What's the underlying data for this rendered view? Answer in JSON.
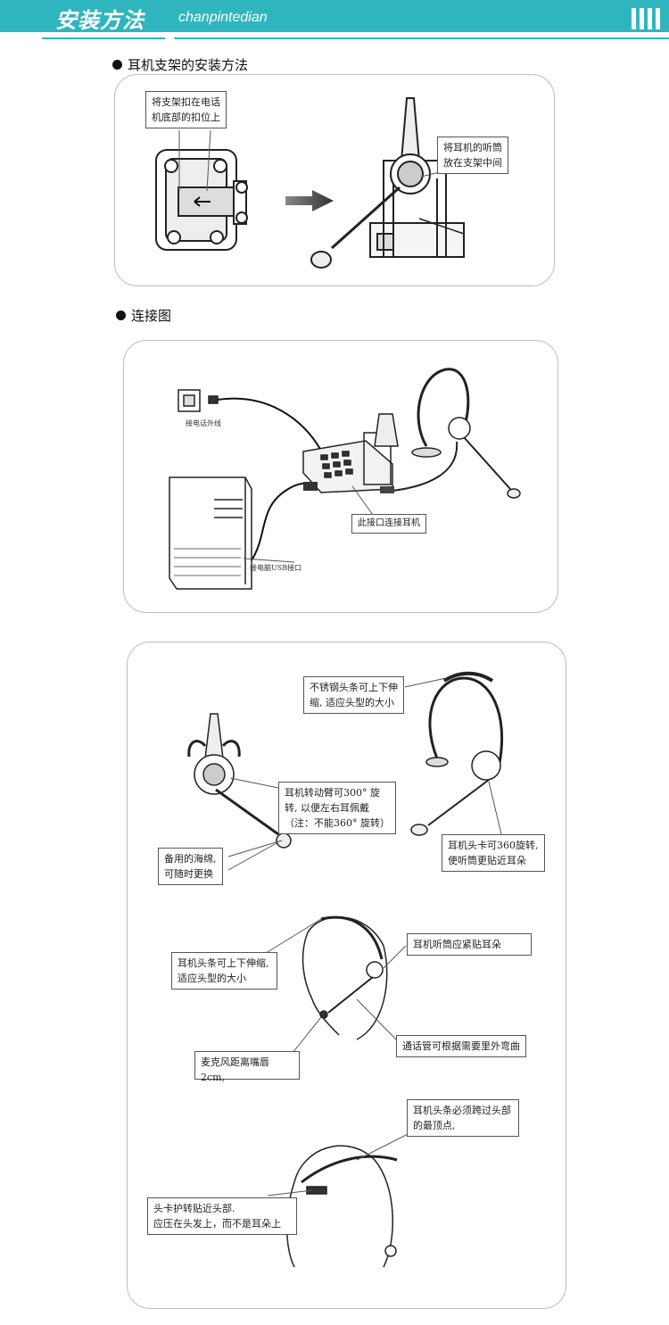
{
  "header": {
    "title": "安装方法",
    "subtitle": "chanpintedian"
  },
  "section1": {
    "heading": "耳机支架的安装方法",
    "note_bracket": "将支架扣在电话\n机底部的扣位上",
    "note_handset": "将耳机的听筒\n放在支架中间"
  },
  "section2": {
    "heading": "连接图",
    "label_phone_line": "接电话外线",
    "label_usb": "接电脑USB接口",
    "note_port": "此接口连接耳机"
  },
  "section3": {
    "note_headband_stretch": "不锈钢头条可上下伸\n缩, 适应头型的大小",
    "note_arm_rotate": "耳机转动臂可300° 旋\n转, 以便左右耳佩戴\n（注：不能360° 旋转）",
    "note_sponge": "备用的海绵,\n可随时更换",
    "note_clip_rotate": "耳机头卡可360旋转,\n使听筒更贴近耳朵",
    "note_headband_adjust": "耳机头条可上下伸缩,\n适应头型的大小",
    "note_earpiece": "耳机听筒应紧贴耳朵",
    "note_mic_distance": "麦克风距离嘴唇2cm,",
    "note_tube": "通话管可根据需要里外弯曲",
    "note_top": "耳机头条必须跨过头部\n的最顶点,",
    "note_pad": "头卡护转贴近头部.\n应压在头发上，而不是耳朵上"
  }
}
